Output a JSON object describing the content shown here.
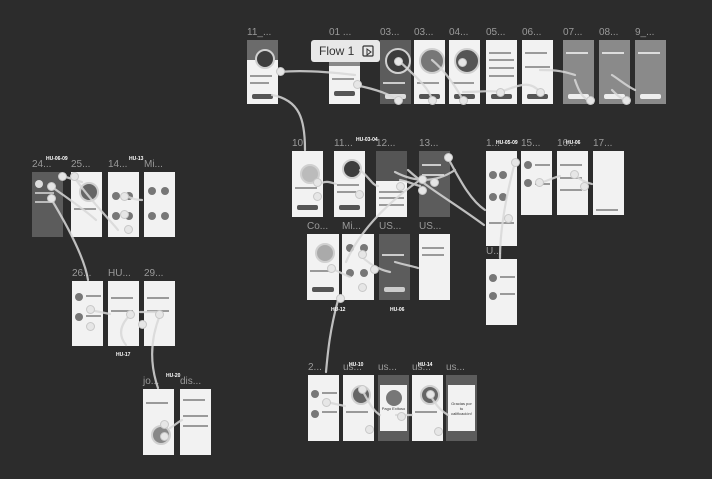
{
  "flow": {
    "label": "Flow 1",
    "icon": "play-icon"
  },
  "frames": {
    "f_11a": "11_...",
    "f_01": "01 ...",
    "f_03a": "03...",
    "f_03b": "03...",
    "f_04": "04...",
    "f_05": "05...",
    "f_06": "06...",
    "f_07": "07...",
    "f_08": "08...",
    "f_09": "9_...",
    "f_10": "10",
    "f_11b": "11...",
    "f_12": "12...",
    "f_13": "13...",
    "f_1x": "1...",
    "f_15": "15...",
    "f_16": "16...",
    "f_17": "17...",
    "f_co": "Co...",
    "f_mi2": "Mi...",
    "f_us1": "US...",
    "f_us2": "US...",
    "f_u": "U...",
    "f_24": "24...",
    "f_25": "25...",
    "f_14": "14...",
    "f_mi1": "Mi...",
    "f_26": "26...",
    "f_hu": "HU...",
    "f_29": "29...",
    "f_jo": "jo...",
    "f_dis": "dis...",
    "f_2x": "2...",
    "f_us3": "us...",
    "f_us4": "us...",
    "f_us5": "us...",
    "f_us6": "us..."
  },
  "tags": {
    "t1": "HU-03-04",
    "t2": "HU-05-09",
    "t3": "HU-06",
    "t4": "HU-12",
    "t5": "HU-06",
    "t6": "HU-06-09",
    "t7": "HU-13",
    "t8": "HU-17",
    "t9": "HU-20",
    "t10": "HU-10",
    "t11": "HU-14"
  },
  "screen_texts": {
    "confirm": "Pago Exitoso",
    "thanks": "Gracias por tu calificación!"
  },
  "colors": {
    "canvas": "#2c2c2c",
    "screen": "#f2f2f2",
    "wire": "#d9d9d9",
    "label": "#9a9a9a"
  }
}
